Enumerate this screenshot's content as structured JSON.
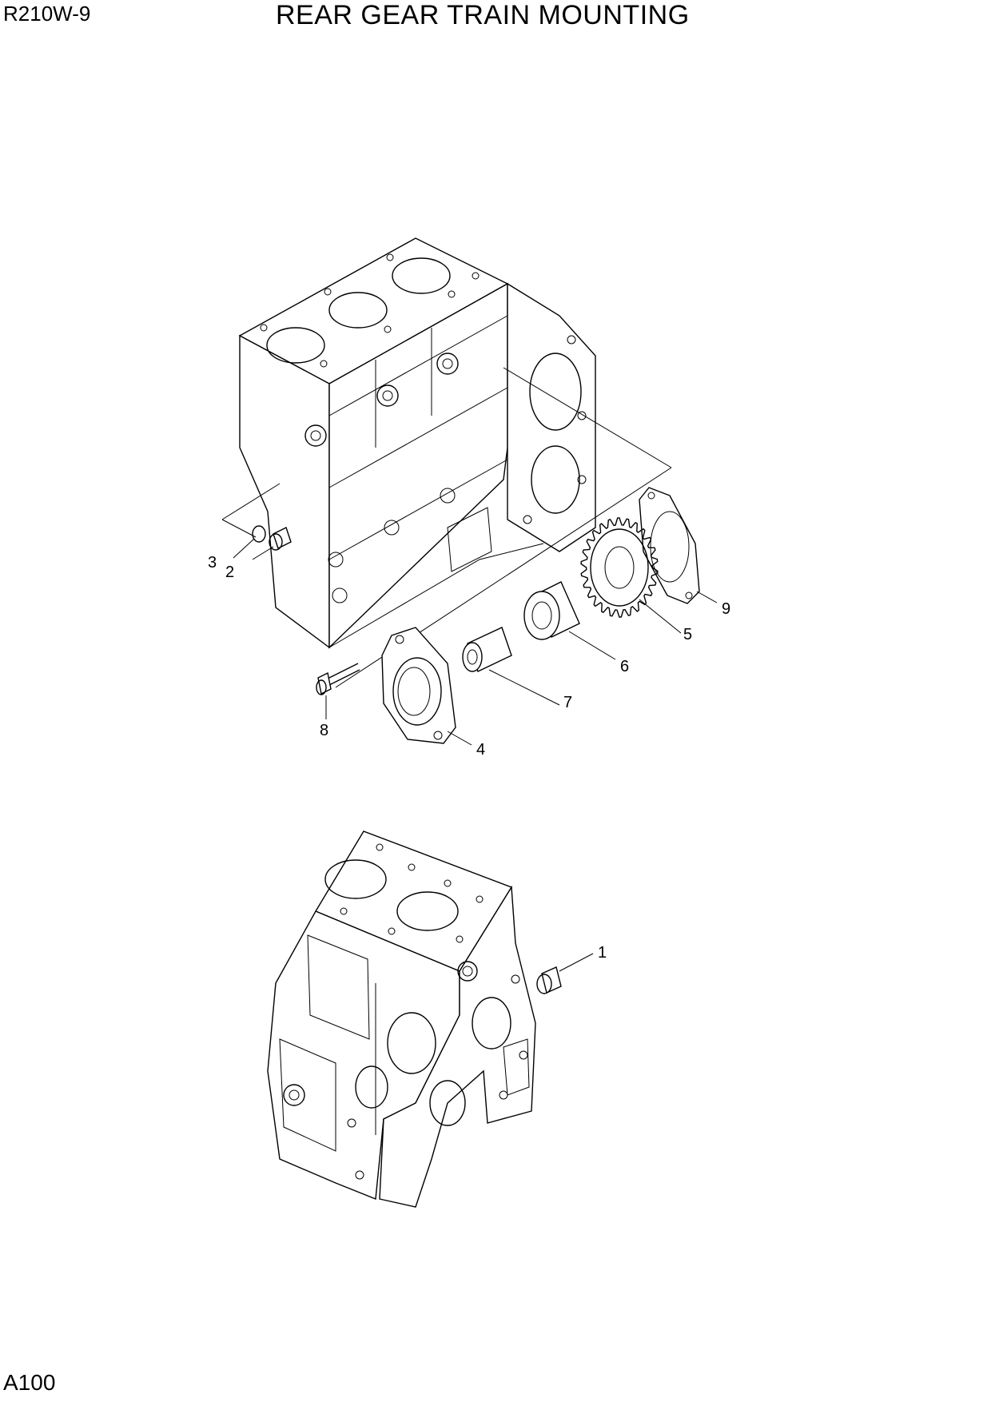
{
  "header": {
    "model": "R210W-9",
    "title": "REAR GEAR TRAIN MOUNTING"
  },
  "footer": {
    "page_code": "A100"
  },
  "callouts": {
    "c1": "1",
    "c2": "2",
    "c3": "3",
    "c4": "4",
    "c5": "5",
    "c6": "6",
    "c7": "7",
    "c8": "8",
    "c9": "9"
  }
}
